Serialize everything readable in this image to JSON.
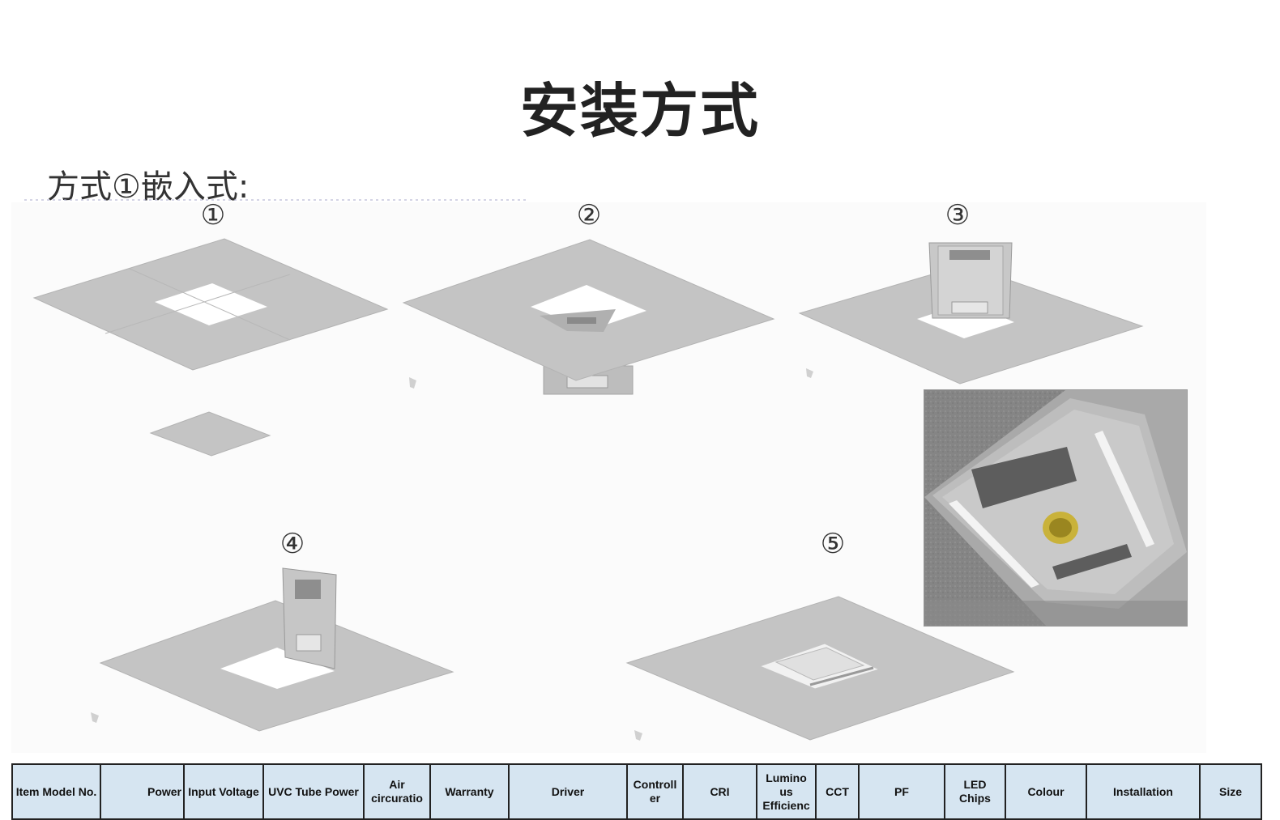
{
  "title": "安装方式",
  "subtitle": "方式①嵌入式:",
  "steps": [
    "①",
    "②",
    "③",
    "④",
    "⑤"
  ],
  "table": {
    "headers": [
      "Item Model No.",
      "Power",
      "Input Voltage",
      "UVC Tube Power",
      "Air circuratio",
      "Warranty",
      "Driver",
      "Controll er",
      "CRI",
      "Lumino us Efficienc",
      "CCT",
      "PF",
      "LED Chips",
      "Colour",
      "Installation",
      "Size"
    ]
  },
  "colors": {
    "panel": "#c4c4c4",
    "panel_edge": "#b3b3b3",
    "table_header_bg": "#d6e5f1"
  }
}
